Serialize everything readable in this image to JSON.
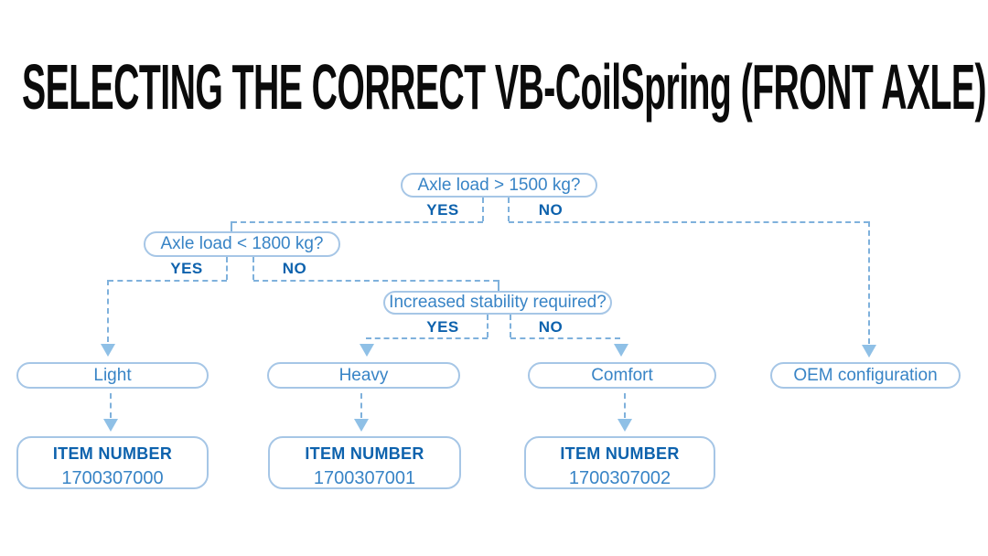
{
  "title": "SELECTING THE CORRECT VB-CoilSpring (FRONT AXLE)",
  "colors": {
    "title_text": "#0b0b0b",
    "node_border": "#a6c6e6",
    "node_text": "#3884c6",
    "bold_label": "#0d62ad",
    "dash_line": "#7fb1dc",
    "arrow": "#8fc0e6",
    "background": "#ffffff"
  },
  "flowchart": {
    "decisions": [
      {
        "question": "Axle load > 1500 kg?",
        "yes_label": "YES",
        "no_label": "NO"
      },
      {
        "question": "Axle load < 1800 kg?",
        "yes_label": "YES",
        "no_label": "NO"
      },
      {
        "question": "Increased stability required?",
        "yes_label": "YES",
        "no_label": "NO"
      }
    ],
    "outcomes": [
      {
        "label": "Light",
        "item_label": "ITEM NUMBER",
        "item_number": "1700307000"
      },
      {
        "label": "Heavy",
        "item_label": "ITEM NUMBER",
        "item_number": "1700307001"
      },
      {
        "label": "Comfort",
        "item_label": "ITEM NUMBER",
        "item_number": "1700307002"
      },
      {
        "label": "OEM configuration"
      }
    ],
    "edges": [
      {
        "from": "Axle load > 1500 kg?",
        "answer": "YES",
        "to": "Axle load < 1800 kg?"
      },
      {
        "from": "Axle load > 1500 kg?",
        "answer": "NO",
        "to": "OEM configuration"
      },
      {
        "from": "Axle load < 1800 kg?",
        "answer": "YES",
        "to": "Light"
      },
      {
        "from": "Axle load < 1800 kg?",
        "answer": "NO",
        "to": "Increased stability required?"
      },
      {
        "from": "Increased stability required?",
        "answer": "YES",
        "to": "Heavy"
      },
      {
        "from": "Increased stability required?",
        "answer": "NO",
        "to": "Comfort"
      },
      {
        "from": "Light",
        "to": "1700307000"
      },
      {
        "from": "Heavy",
        "to": "1700307001"
      },
      {
        "from": "Comfort",
        "to": "1700307002"
      }
    ]
  }
}
